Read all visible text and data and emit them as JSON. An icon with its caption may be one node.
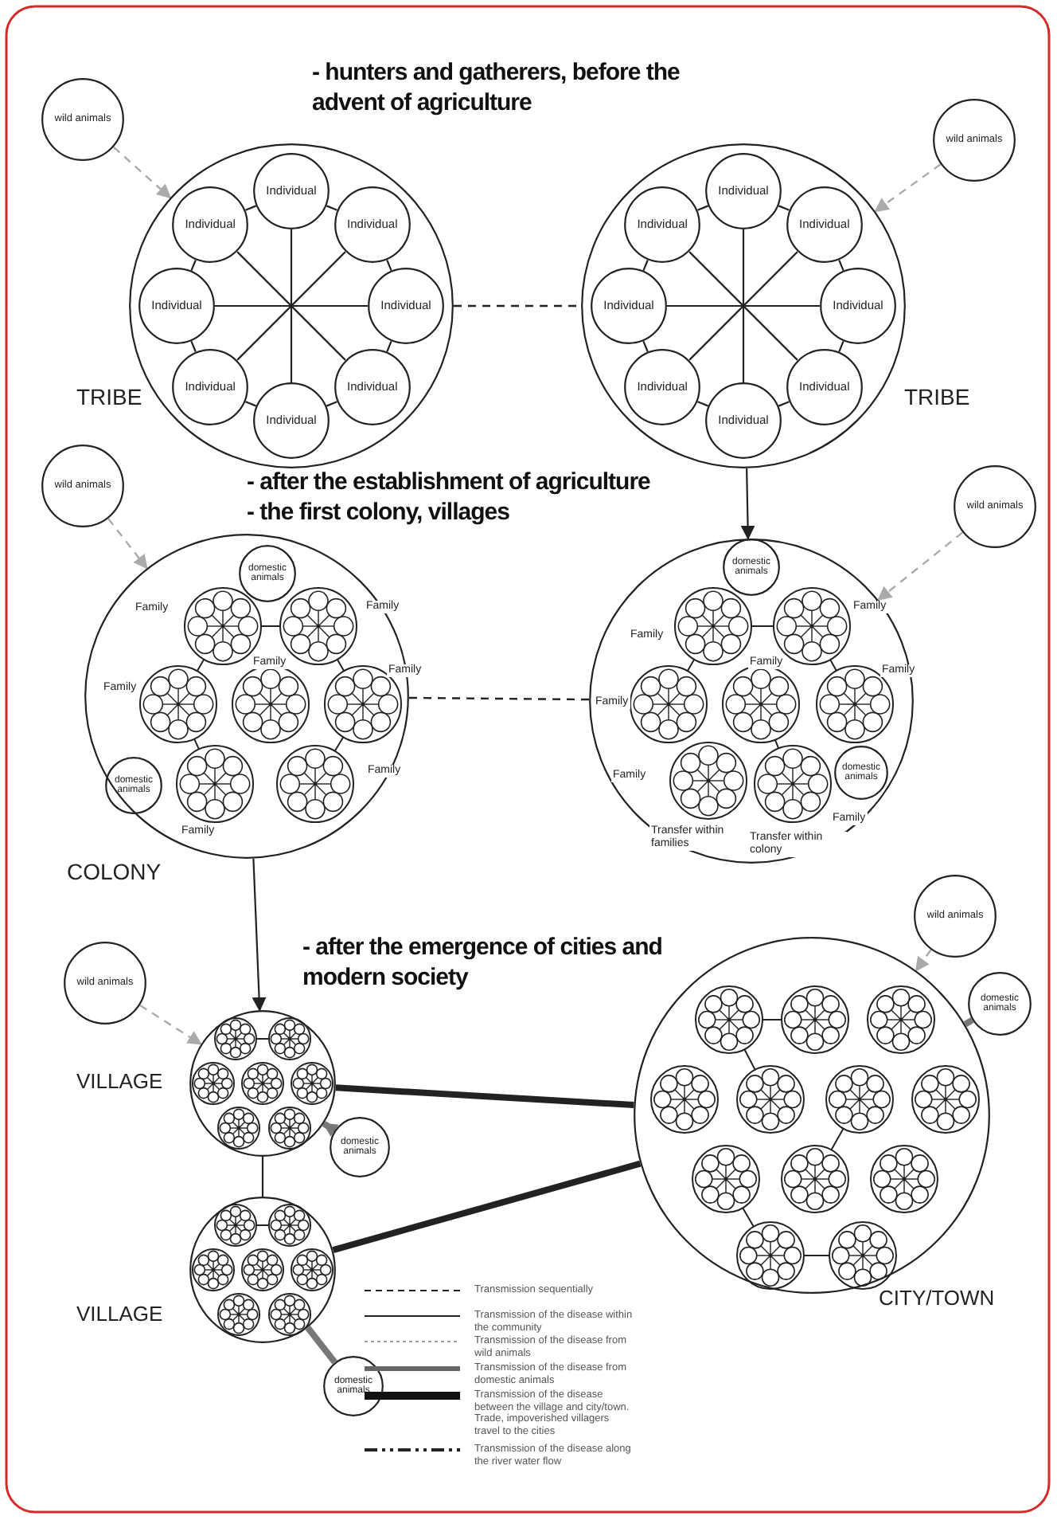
{
  "diagram": {
    "nodes": [
      {
        "text": [
          "TRIBE"
        ]
      },
      {
        "text": [
          "Individual"
        ],
        "in": 0
      },
      {
        "text": [
          "Individual"
        ],
        "in": 0
      },
      {
        "text": [
          "Individual"
        ],
        "in": 0
      },
      {
        "text": [
          "Individual"
        ],
        "in": 0
      },
      {
        "text": [
          "Individual"
        ],
        "in": 0
      },
      {
        "text": [
          "Individual"
        ],
        "in": 0
      },
      {
        "text": [
          "Individual"
        ],
        "in": 0
      },
      {
        "text": [
          "Individual"
        ],
        "in": 0
      },
      {
        "text": [
          "wild animals"
        ]
      },
      {
        "text": [
          "TRIBE"
        ]
      },
      {
        "text": [
          "Individual"
        ],
        "in": 10
      },
      {
        "text": [
          "Individual"
        ],
        "in": 10
      },
      {
        "text": [
          "Individual"
        ],
        "in": 10
      },
      {
        "text": [
          "Individual"
        ],
        "in": 10
      },
      {
        "text": [
          "Individual"
        ],
        "in": 10
      },
      {
        "text": [
          "Individual"
        ],
        "in": 10
      },
      {
        "text": [
          "Individual"
        ],
        "in": 10
      },
      {
        "text": [
          "Individual"
        ],
        "in": 10
      },
      {
        "text": [
          "wild animals"
        ]
      },
      {
        "text": [
          "COLONY"
        ]
      },
      {
        "text": [
          "domestic animals"
        ],
        "in": 20
      },
      {
        "text": [
          "domestic animals"
        ],
        "in": 20
      },
      {
        "text": [
          "wild animals"
        ]
      },
      {
        "text": [],
        "shape": "circle"
      },
      {
        "text": [
          "domestic animals"
        ],
        "in": 24
      },
      {
        "text": [
          "domestic animals"
        ],
        "in": 24
      },
      {
        "text": [
          "wild animals"
        ]
      },
      {
        "text": [
          "VILLAGE"
        ]
      },
      {
        "text": [
          "wild animals"
        ]
      },
      {
        "text": [
          "domestic animals"
        ]
      },
      {
        "text": [
          "VILLAGE"
        ]
      },
      {
        "text": [
          "domestic animals"
        ]
      },
      {
        "text": [
          "CITY/TOWN"
        ]
      },
      {
        "text": [
          "wild animals"
        ]
      },
      {
        "text": [
          "domestic animals"
        ]
      }
    ],
    "edges": [
      {
        "from": 9,
        "to": 0,
        "arrow": "to",
        "style": "dashed",
        "color": "#aaaaaa"
      },
      {
        "from": 1,
        "to": 2,
        "arrow": "none"
      },
      {
        "from": 2,
        "to": 3,
        "arrow": "none"
      },
      {
        "from": 3,
        "to": 4,
        "arrow": "none"
      },
      {
        "from": 4,
        "to": 5,
        "arrow": "none"
      },
      {
        "from": 5,
        "to": 6,
        "arrow": "none"
      },
      {
        "from": 6,
        "to": 7,
        "arrow": "none"
      },
      {
        "from": 7,
        "to": 8,
        "arrow": "none"
      },
      {
        "from": 8,
        "to": 1,
        "arrow": "none"
      },
      {
        "from": 1,
        "to": 5,
        "arrow": "none"
      },
      {
        "from": 2,
        "to": 6,
        "arrow": "none"
      },
      {
        "from": 3,
        "to": 7,
        "arrow": "none"
      },
      {
        "from": 4,
        "to": 8,
        "arrow": "none"
      },
      {
        "from": 19,
        "to": 10,
        "arrow": "to",
        "style": "dashed",
        "color": "#aaaaaa"
      },
      {
        "from": 11,
        "to": 12,
        "arrow": "none"
      },
      {
        "from": 12,
        "to": 13,
        "arrow": "none"
      },
      {
        "from": 13,
        "to": 14,
        "arrow": "none"
      },
      {
        "from": 14,
        "to": 15,
        "arrow": "none"
      },
      {
        "from": 15,
        "to": 16,
        "arrow": "none"
      },
      {
        "from": 16,
        "to": 17,
        "arrow": "none"
      },
      {
        "from": 17,
        "to": 18,
        "arrow": "none"
      },
      {
        "from": 18,
        "to": 11,
        "arrow": "none"
      },
      {
        "from": 11,
        "to": 15,
        "arrow": "none"
      },
      {
        "from": 12,
        "to": 16,
        "arrow": "none"
      },
      {
        "from": 13,
        "to": 17,
        "arrow": "none"
      },
      {
        "from": 14,
        "to": 18,
        "arrow": "none"
      },
      {
        "from": 0,
        "to": 10,
        "arrow": "none",
        "style": "dashed"
      },
      {
        "from": 10,
        "to": 24,
        "arrow": "to"
      },
      {
        "from": 23,
        "to": 20,
        "arrow": "to",
        "style": "dashed",
        "color": "#aaaaaa"
      },
      {
        "from": 27,
        "to": 24,
        "arrow": "to",
        "style": "dashed",
        "color": "#aaaaaa"
      },
      {
        "from": 20,
        "to": 24,
        "arrow": "none",
        "style": "dashed"
      },
      {
        "from": 20,
        "to": 28,
        "arrow": "to"
      },
      {
        "from": 29,
        "to": 28,
        "arrow": "to",
        "style": "dashed",
        "color": "#aaaaaa"
      },
      {
        "from": 30,
        "to": 28,
        "arrow": "to",
        "style": "thick",
        "color": "#777777"
      },
      {
        "from": 28,
        "to": 31,
        "arrow": "none"
      },
      {
        "from": 28,
        "to": 33,
        "arrow": "none",
        "style": "thick"
      },
      {
        "from": 31,
        "to": 33,
        "arrow": "none",
        "style": "thick"
      },
      {
        "from": 32,
        "to": 31,
        "arrow": "none",
        "style": "thick",
        "color": "#777777"
      },
      {
        "from": 34,
        "to": 33,
        "arrow": "to",
        "style": "dashed",
        "color": "#aaaaaa"
      },
      {
        "from": 35,
        "to": 33,
        "arrow": "none",
        "style": "thick",
        "color": "#777777"
      }
    ],
    "labels": [
      "- hunters and gatherers, before the advent of agriculture",
      "- after the establishment of agriculture",
      "- the first colony, villages",
      "Family",
      "Family",
      "Family",
      "Family",
      "Family",
      "Family",
      "Family",
      "Family",
      "Family",
      "Family",
      "Family",
      "Family",
      "Family",
      "Family",
      "Transfer within families",
      "Transfer within colony",
      "- after the emergence of cities and modern society"
    ],
    "legend": [
      {
        "text": "Transmission sequentially"
      },
      {
        "text": "Transmission of the disease within the community"
      },
      {
        "text": "Transmission of the disease from wild animals"
      },
      {
        "text": "Transmission of the disease from domestic animals"
      },
      {
        "text": "Transmission of the disease between the village and city/town. Trade, impoverished villagers travel to the cities"
      },
      {
        "text": "Transmission of the disease along the river water flow"
      }
    ]
  }
}
